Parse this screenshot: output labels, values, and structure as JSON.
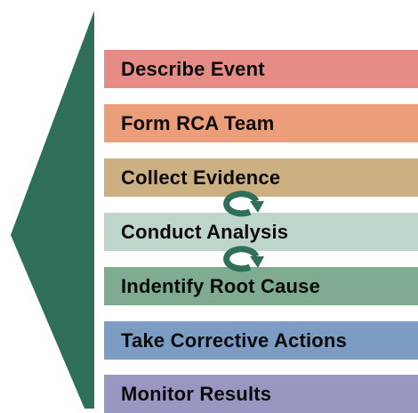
{
  "colors": {
    "arrow": "#2f6e57",
    "cycle_icon": "#2f6e57"
  },
  "steps": [
    {
      "label": "Describe Event",
      "color": "#e58c86"
    },
    {
      "label": "Form RCA Team",
      "color": "#ec9d7a"
    },
    {
      "label": "Collect Evidence",
      "color": "#cdb081"
    },
    {
      "label": "Conduct Analysis",
      "color": "#bed6c9"
    },
    {
      "label": "Indentify Root Cause",
      "color": "#7fab90"
    },
    {
      "label": "Take Corrective Actions",
      "color": "#7d9cc4"
    },
    {
      "label": "Monitor Results",
      "color": "#9897c1"
    }
  ],
  "icons": {
    "cycle": "cycle-arrows-icon"
  }
}
